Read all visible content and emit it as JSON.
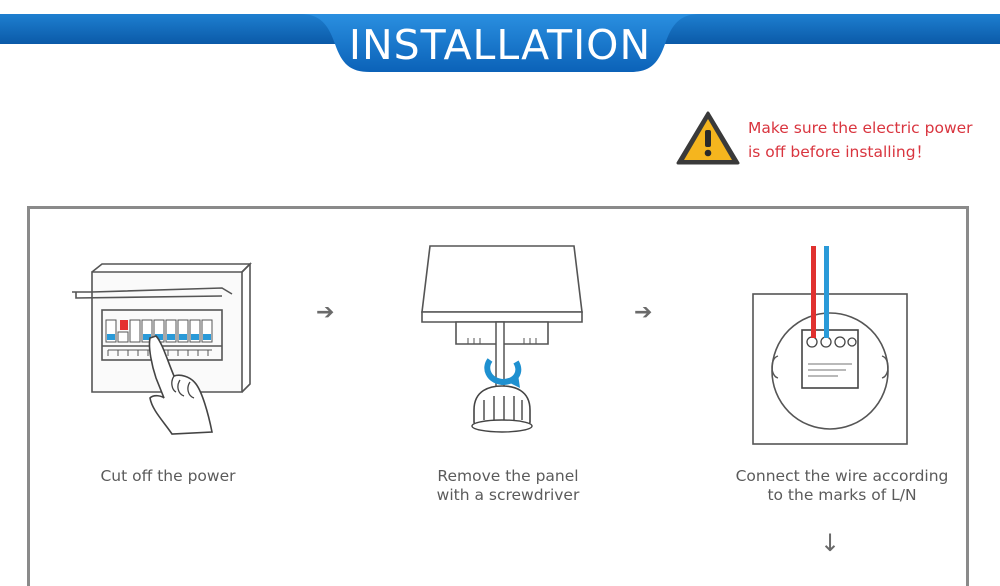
{
  "header": {
    "title": "INSTALLATION"
  },
  "warning": {
    "line1": "Make sure the electric power",
    "line2": "is off before installing！",
    "icon": "warning-triangle-icon"
  },
  "steps": [
    {
      "line1": "Cut off the power",
      "line2": ""
    },
    {
      "line1": "Remove the panel",
      "line2": "with a screwdriver"
    },
    {
      "line1": "Connect the wire according",
      "line2": "to the marks of L/N"
    }
  ],
  "arrows": {
    "right": "➔",
    "down": "↓"
  },
  "colors": {
    "banner": "#0b5aa8",
    "warning_text": "#d9353f",
    "wire_live": "#e0312f",
    "wire_neutral": "#2a9ad8",
    "rotate_arrow": "#1e90d0"
  }
}
